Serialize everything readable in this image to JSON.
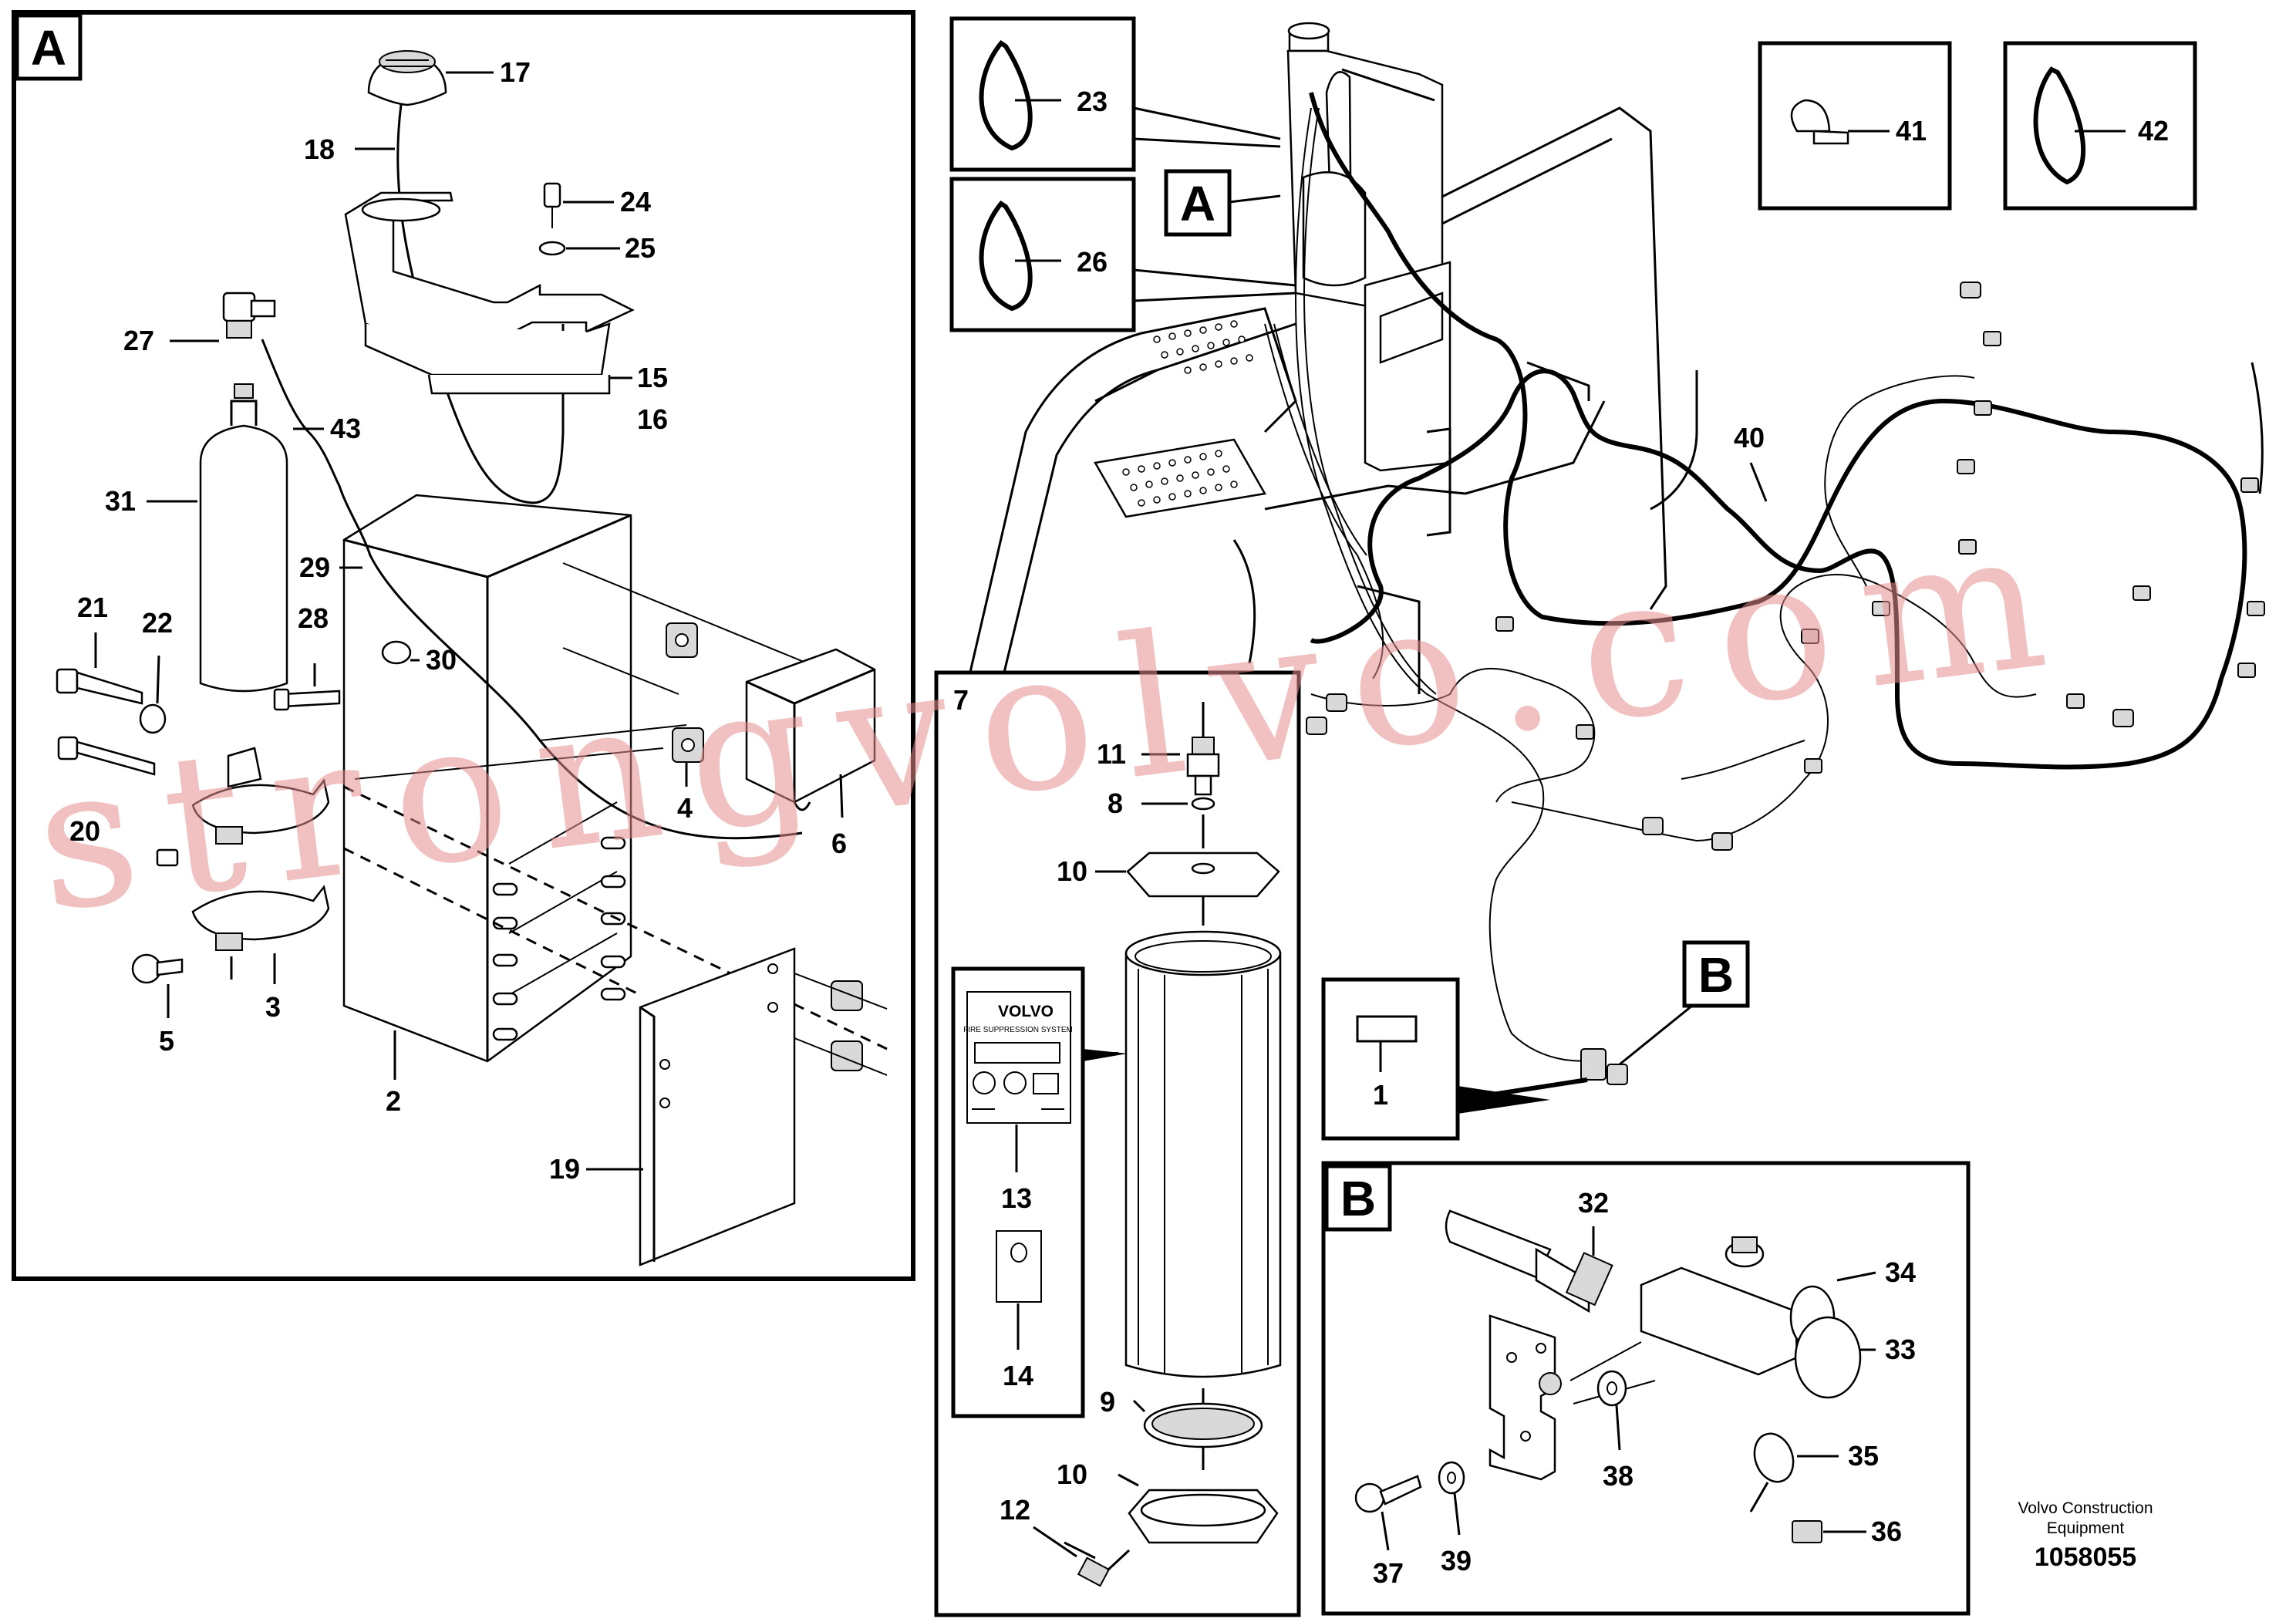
{
  "panels": {
    "a": {
      "tag": "A"
    },
    "b": {
      "tag": "B"
    },
    "seven": {
      "tag": "7"
    },
    "main": {
      "tag_a": "A",
      "tag_b": "B"
    }
  },
  "callouts": {
    "c1": "1",
    "c2": "2",
    "c3": "3",
    "c4": "4",
    "c5": "5",
    "c6": "6",
    "c8": "8",
    "c9": "9",
    "c10a": "10",
    "c10b": "10",
    "c11": "11",
    "c12": "12",
    "c13": "13",
    "c14": "14",
    "c15": "15",
    "c16": "16",
    "c17": "17",
    "c18": "18",
    "c19": "19",
    "c20": "20",
    "c21": "21",
    "c22": "22",
    "c23": "23",
    "c24": "24",
    "c25": "25",
    "c26": "26",
    "c27": "27",
    "c28": "28",
    "c29": "29",
    "c30": "30",
    "c31": "31",
    "c32": "32",
    "c33": "33",
    "c34": "34",
    "c35": "35",
    "c36": "36",
    "c37": "37",
    "c38": "38",
    "c39": "39",
    "c40": "40",
    "c41": "41",
    "c42": "42",
    "c43": "43"
  },
  "decal": {
    "brand": "VOLVO",
    "subtitle": "FIRE SUPPRESSION SYSTEM"
  },
  "footer": {
    "line1": "Volvo Construction",
    "line2": "Equipment",
    "ref": "1058055"
  },
  "watermark": "strongvolvo.com"
}
